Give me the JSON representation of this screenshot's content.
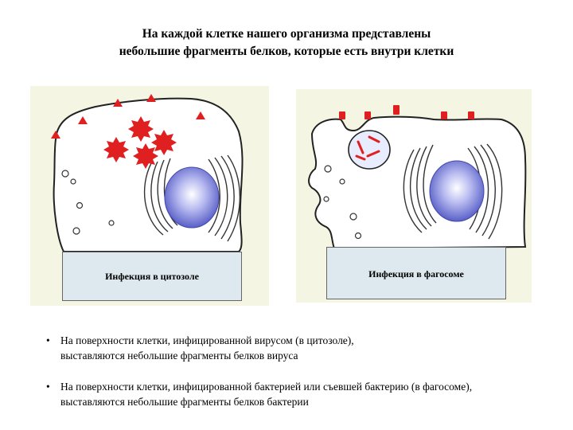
{
  "title": {
    "line1": "На каждой клетке нашего организма представлены",
    "line2": "небольшие фрагменты белков, которые есть внутри клетки"
  },
  "panels": {
    "left_label": "Инфекция в цитозоле",
    "right_label": "Инфекция в фагосоме"
  },
  "bullets": [
    {
      "marker": "•",
      "line1": "На поверхности клетки, инфицированной вирусом (в цитозоле),",
      "line2": "выставляются небольшие фрагменты белков вируса"
    },
    {
      "marker": "•",
      "line1": "На поверхности клетки, инфицированной бактерией или съевшей бактерию (в фагосоме),",
      "line2": "выставляются небольшие фрагменты белков бактерии"
    }
  ],
  "colors": {
    "antigen": "#e02020",
    "panel_background": "#f4f5e2",
    "label_box": "#dde9ef",
    "nucleus": "#8a8fe0"
  }
}
